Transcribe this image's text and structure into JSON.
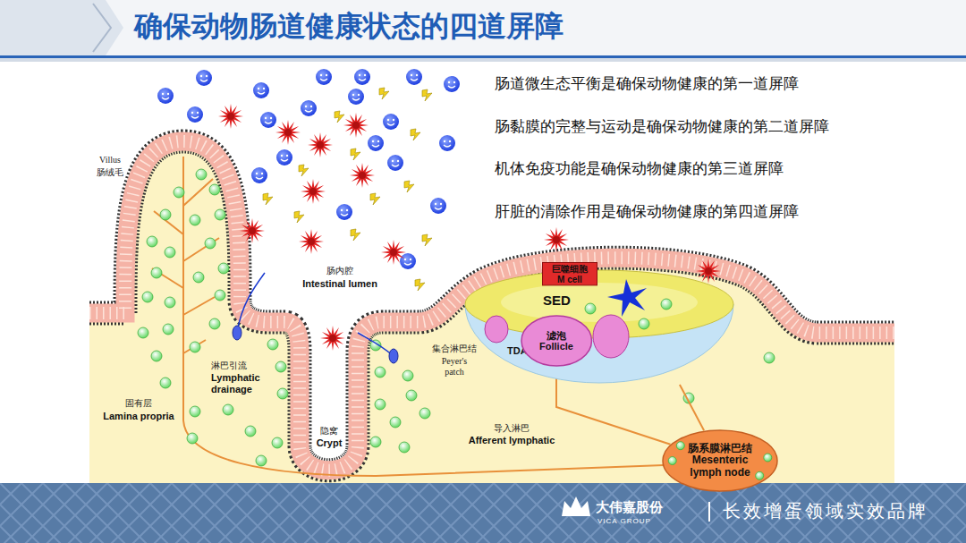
{
  "diagram": {
    "title": "确保动物肠道健康状态的四道屏障",
    "nodes": [
      {
        "text": [
          "巨噬细胞 M cell"
        ]
      },
      {
        "text": [
          "SED",
          "TDA"
        ]
      },
      {
        "text": [
          "滤泡 Follicle"
        ],
        "in": 1
      },
      {
        "text": [
          "肠系膜淋巴结 Mesenteric lymph node"
        ]
      }
    ],
    "edges": [
      {
        "from": 2,
        "to": 3,
        "arrow": "none"
      },
      {
        "from": 1,
        "to": 3,
        "arrow": "none"
      }
    ],
    "labels": [
      "肠道微生态平衡是确保动物健康的第一道屏障",
      "肠黏膜的完整与运动是确保动物健康的第二道屏障",
      "机体免疫功能是确保动物健康的第三道屏障",
      "肝脏的清除作用是确保动物健康的第四道屏障",
      "Villus",
      "肠绒毛",
      "肠内腔",
      "Intestinal lumen",
      "淋巴引流",
      "Lymphatic drainage",
      "固有层",
      "Lamina propria",
      "集合淋巴结",
      "Peyer's patch",
      "隐窝",
      "Crypt",
      "导入淋巴",
      "Afferent lymphatic",
      "大伟嘉股份",
      "VICA GROUP",
      "长效增蛋领域实效品牌"
    ]
  }
}
